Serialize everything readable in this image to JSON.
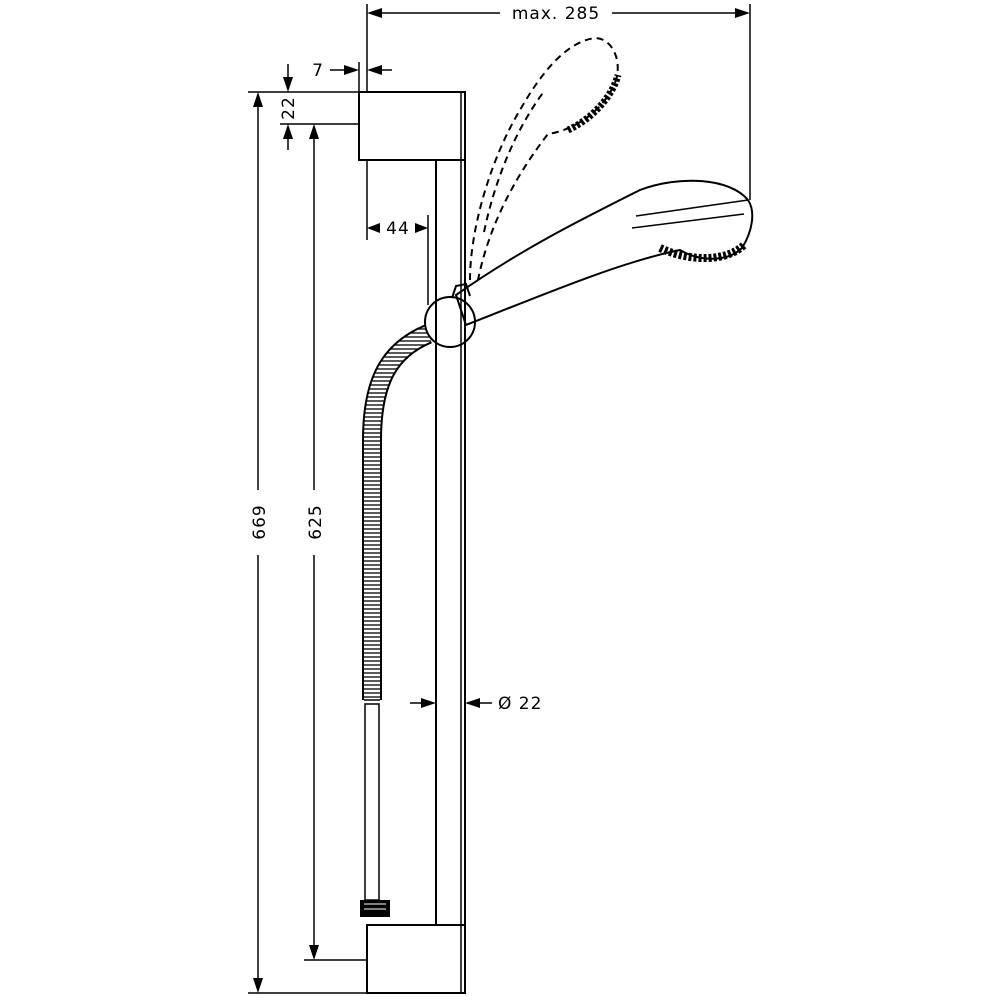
{
  "dimensions": {
    "max_reach": "max. 285",
    "wall_gap": "7",
    "bracket_height": "22",
    "rail_offset": "44",
    "overall_height": "669",
    "bracket_spacing": "625",
    "rail_diameter": "Ø 22"
  }
}
